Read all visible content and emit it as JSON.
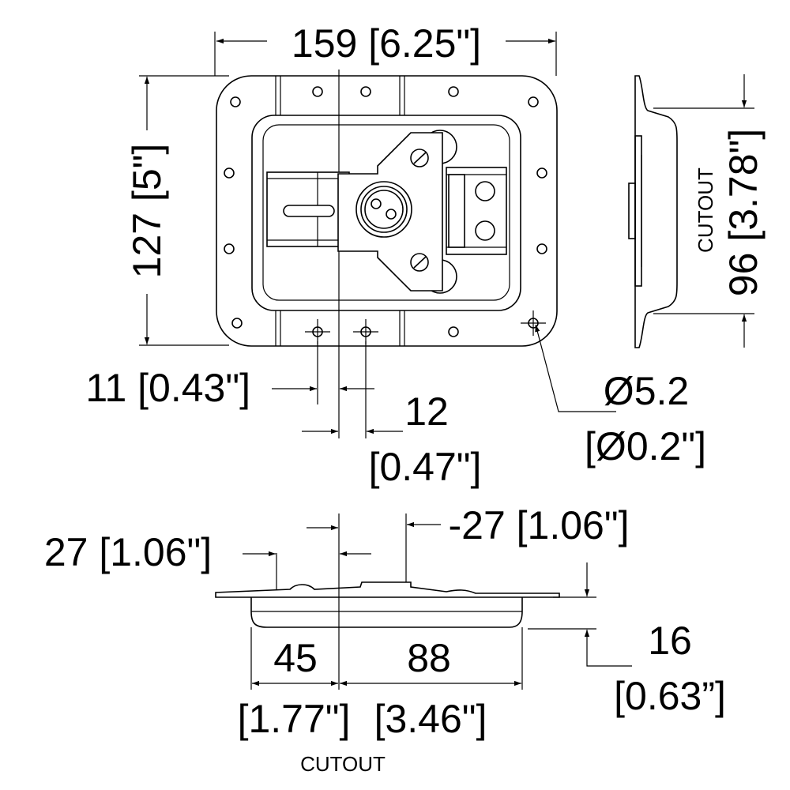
{
  "dimensions": {
    "overall_width": "159 [6.25\"]",
    "overall_height": "127 [5\"]",
    "cutout_height": "96 [3.78\"]",
    "cutout_label_side": "CUTOUT",
    "hole_offset_11_value": "11 [0.43\"]",
    "hole_offset_12_value": "12",
    "hole_offset_12_inch": "[0.47\"]",
    "hole_diameter_mm": "Ø5.2",
    "hole_diameter_in": "[Ø0.2\"]",
    "side_offset_left": "27 [1.06\"]",
    "side_offset_right": "-27 [1.06\"]",
    "depth_mm": "16",
    "depth_in": "[0.63”]",
    "cutout_left_mm": "45",
    "cutout_left_in": "[1.77\"]",
    "cutout_right_mm": "88",
    "cutout_right_in": "[3.46\"]",
    "cutout_label_bottom": "CUTOUT"
  }
}
